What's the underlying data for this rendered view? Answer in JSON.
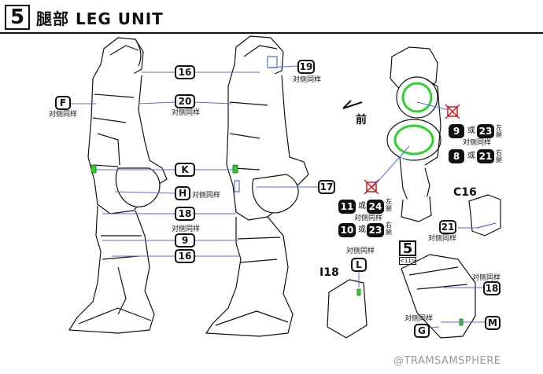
{
  "header": {
    "step_number": "5",
    "title": "腿部 LEG UNIT"
  },
  "callouts": {
    "c16a": "16",
    "c19": "19",
    "f": "F",
    "c20": "20",
    "k": "K",
    "h": "H",
    "c17": "17",
    "c18": "18",
    "c9": "9",
    "c16b": "16",
    "l": "L",
    "c18b": "18",
    "g": "G",
    "m": "M",
    "c21": "21",
    "w9": "9",
    "w23a": "23",
    "w8": "8",
    "w21": "21",
    "b11": "11",
    "b24": "24",
    "b10": "10",
    "b23": "23"
  },
  "notes": {
    "same_other_side": "对侧同样",
    "or": "或",
    "front": "前",
    "left_leg": "左腿",
    "right_leg": "右腿"
  },
  "parts": {
    "i18": "I18",
    "c16": "C16"
  },
  "mini_step": {
    "number": "5",
    "ref": "<11>"
  },
  "watermark": "@TRAMSAMSPHERE",
  "colors": {
    "ink": "#111111",
    "leader_blue": "#5a6bd6",
    "clear_green": "#2fd12f",
    "forbid_red": "#cc1a1a"
  }
}
